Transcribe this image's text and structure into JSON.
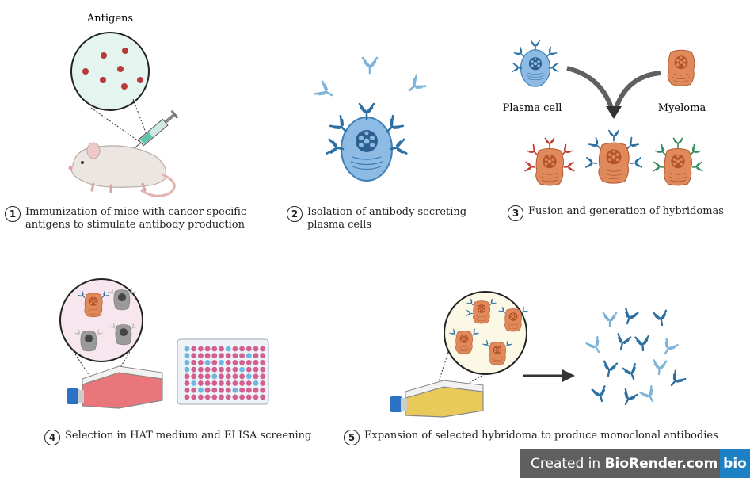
{
  "antigens_label": "Antigens",
  "plasma_cell_label": "Plasma cell",
  "myeloma_label": "Myeloma",
  "steps": [
    {
      "num": "1",
      "line1": "Immunization of mice with cancer specific",
      "line2": "antigens to stimulate antibody production"
    },
    {
      "num": "2",
      "line1": "Isolation of  antibody secreting",
      "line2": "plasma cells"
    },
    {
      "num": "3",
      "line1": "Fusion and generation of hybridomas",
      "line2": ""
    },
    {
      "num": "4",
      "line1": "Selection in HAT medium and ELISA screening",
      "line2": ""
    },
    {
      "num": "5",
      "line1": "Expansion of selected hybridoma to produce monoclonal antibodies",
      "line2": ""
    }
  ],
  "badge": {
    "prefix": "Created in ",
    "brand": "BioRender.com",
    "logo": "bio"
  },
  "colors": {
    "antibody": "#2b6fa3",
    "antibody_light": "#7fb3d8",
    "plasma": "#6fa7d6",
    "myeloma": "#d9774a",
    "red_ab": "#c0392b",
    "green_ab": "#2e8b57",
    "flask_red": "#e8767a",
    "flask_yellow": "#e8c95a",
    "plate_pink": "#d4608f",
    "plate_blue": "#6fb6e0"
  }
}
